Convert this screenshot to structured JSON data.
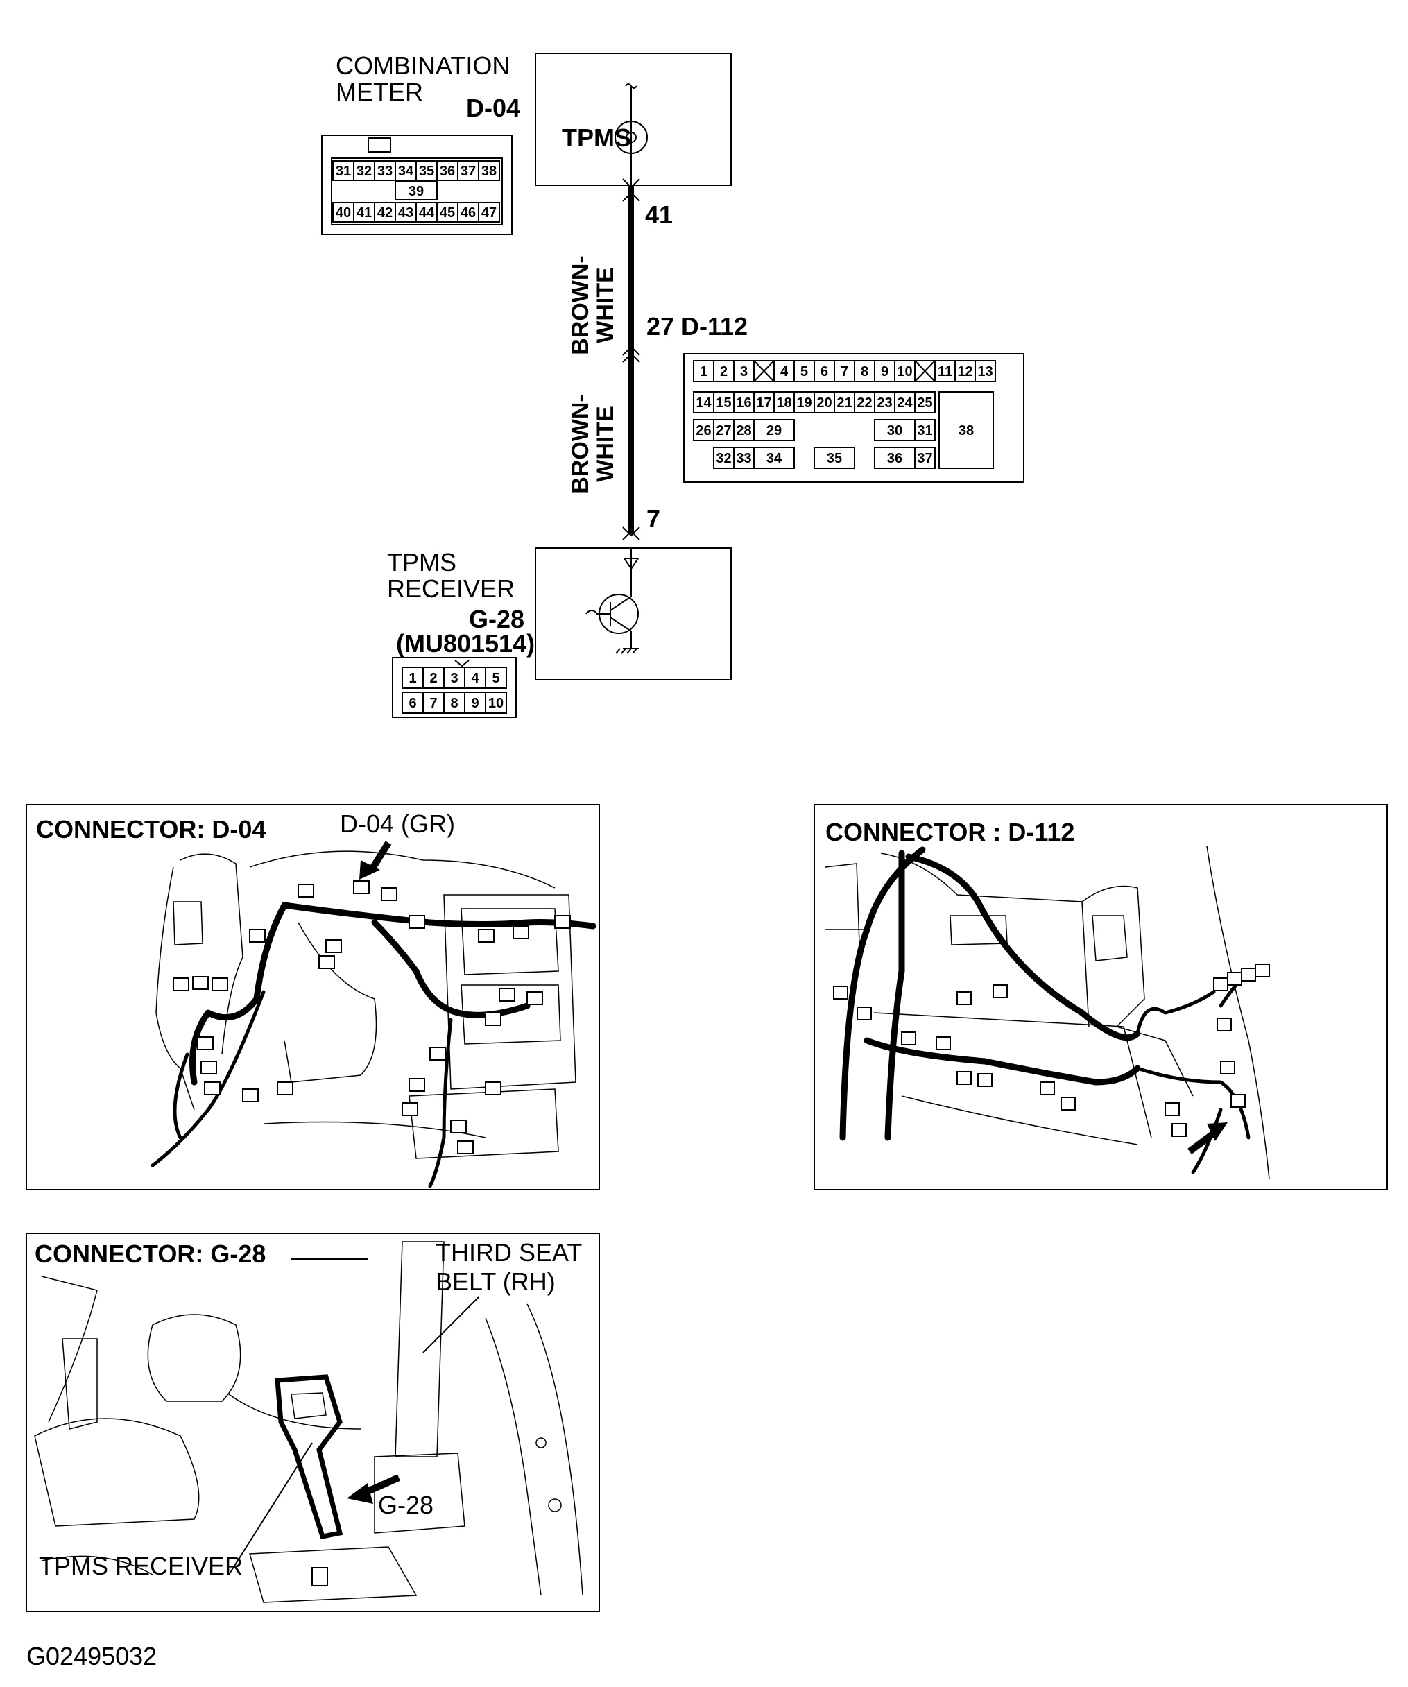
{
  "schematic": {
    "meter": {
      "name_line1": "COMBINATION",
      "name_line2": "METER",
      "code": "D-04",
      "component": "TPMS",
      "pin": "41",
      "connector_rows": [
        [
          "31",
          "32",
          "33",
          "34",
          "35",
          "36",
          "37",
          "38"
        ],
        [
          "39"
        ],
        [
          "40",
          "41",
          "42",
          "43",
          "44",
          "45",
          "46",
          "47"
        ]
      ]
    },
    "wire_upper": {
      "color_line1": "BROWN-",
      "color_line2": "WHITE"
    },
    "junction": {
      "pin": "27",
      "code": "D-112"
    },
    "wire_lower": {
      "color_line1": "BROWN-",
      "color_line2": "WHITE"
    },
    "receiver": {
      "name_line1": "TPMS",
      "name_line2": "RECEIVER",
      "code": "G-28",
      "part_number": "(MU801514)",
      "pin": "7",
      "connector_rows": [
        [
          "1",
          "2",
          "3",
          "4",
          "5"
        ],
        [
          "6",
          "7",
          "8",
          "9",
          "10"
        ]
      ]
    },
    "d112_connector": {
      "row1": [
        "1",
        "2",
        "3",
        "4",
        "5",
        "6",
        "7",
        "8",
        "9",
        "10",
        "11",
        "12",
        "13"
      ],
      "row2": [
        "14",
        "15",
        "16",
        "17",
        "18",
        "19",
        "20",
        "21",
        "22",
        "23",
        "24",
        "25"
      ],
      "row3": [
        "26",
        "27",
        "28",
        "29",
        "30",
        "31",
        "38"
      ],
      "row4": [
        "32",
        "33",
        "34",
        "35",
        "36",
        "37"
      ]
    }
  },
  "panels": {
    "d04": {
      "title": "CONNECTOR: D-04",
      "callout": "D-04 (GR)"
    },
    "d112": {
      "title": "CONNECTOR : D-112"
    },
    "g28": {
      "title": "CONNECTOR: G-28",
      "belt_label_line1": "THIRD SEAT",
      "belt_label_line2": "BELT (RH)",
      "callout": "G-28",
      "receiver_label": "TPMS RECEIVER"
    }
  },
  "figure_id": "G02495032"
}
